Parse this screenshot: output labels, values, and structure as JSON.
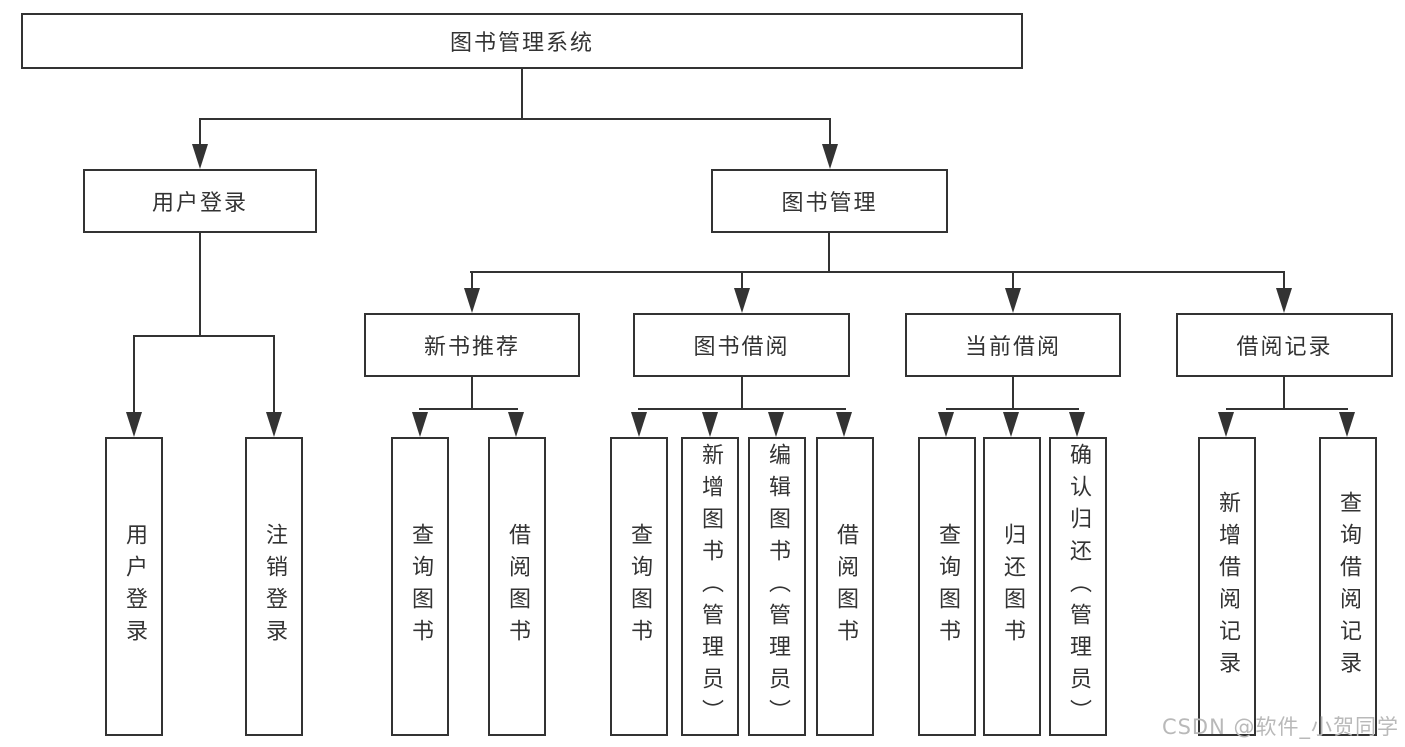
{
  "diagram_title": "图书管理系统",
  "nodes": {
    "root": "图书管理系统",
    "user_login": "用户登录",
    "book_management": "图书管理",
    "new_book_recommend": "新书推荐",
    "book_borrowing": "图书借阅",
    "current_borrowing": "当前借阅",
    "borrowing_records": "借阅记录",
    "ul_user_login": "用户登录",
    "ul_logout": "注销登录",
    "nb_query_books": "查询图书",
    "nb_borrow_books": "借阅图书",
    "bb_query_books": "查询图书",
    "bb_add_books_admin": "新增图书（管理员）",
    "bb_edit_books_admin": "编辑图书（管理员）",
    "bb_borrow_books": "借阅图书",
    "cb_query_books": "查询图书",
    "cb_return_books": "归还图书",
    "cb_confirm_return_admin": "确认归还（管理员）",
    "br_add_record": "新增借阅记录",
    "br_query_record": "查询借阅记录"
  },
  "hierarchy": {
    "图书管理系统": {
      "用户登录": [
        "用户登录",
        "注销登录"
      ],
      "图书管理": {
        "新书推荐": [
          "查询图书",
          "借阅图书"
        ],
        "图书借阅": [
          "查询图书",
          "新增图书（管理员）",
          "编辑图书（管理员）",
          "借阅图书"
        ],
        "当前借阅": [
          "查询图书",
          "归还图书",
          "确认归还（管理员）"
        ],
        "借阅记录": [
          "新增借阅记录",
          "查询借阅记录"
        ]
      }
    }
  },
  "watermark": "CSDN @软件_小贺同学",
  "colors": {
    "line": "#333333",
    "text": "#333333",
    "box_background": "#ffffff",
    "watermark": "#b9b9b9",
    "background": "#ffffff"
  }
}
